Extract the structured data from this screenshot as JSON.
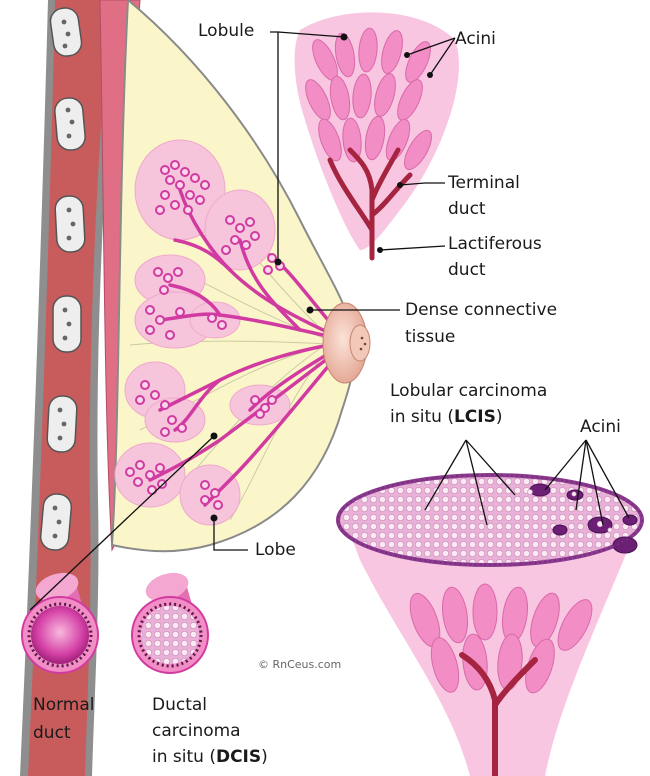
{
  "labels": {
    "lobule": "Lobule",
    "acini_top": "Acini",
    "terminal_duct_1": "Terminal",
    "terminal_duct_2": "duct",
    "lactiferous_duct_1": "Lactiferous",
    "lactiferous_duct_2": "duct",
    "dense_tissue_1": "Dense connective",
    "dense_tissue_2": "tissue",
    "lcis_1": "Lobular carcinoma",
    "lcis_2_prefix": "in situ (",
    "lcis_2_bold": "LCIS",
    "lcis_2_suffix": ")",
    "acini_bottom": "Acini",
    "lobe": "Lobe",
    "normal_duct_1": "Normal",
    "normal_duct_2": "duct",
    "dcis_1": "Ductal",
    "dcis_2": "carcinoma",
    "dcis_3_prefix": "in situ (",
    "dcis_3_bold": "DCIS",
    "dcis_3_suffix": ")",
    "copyright": "© RnCeus.com"
  },
  "colors": {
    "pink_light": "#f7c6e0",
    "pink_mid": "#ef86c2",
    "magenta": "#d13aa0",
    "muscle": "#d9617c",
    "rib": "#8e8e8e",
    "fat": "#fbf6c9",
    "duct_red": "#a5243f",
    "lcis_purple": "#8b3a8e"
  }
}
